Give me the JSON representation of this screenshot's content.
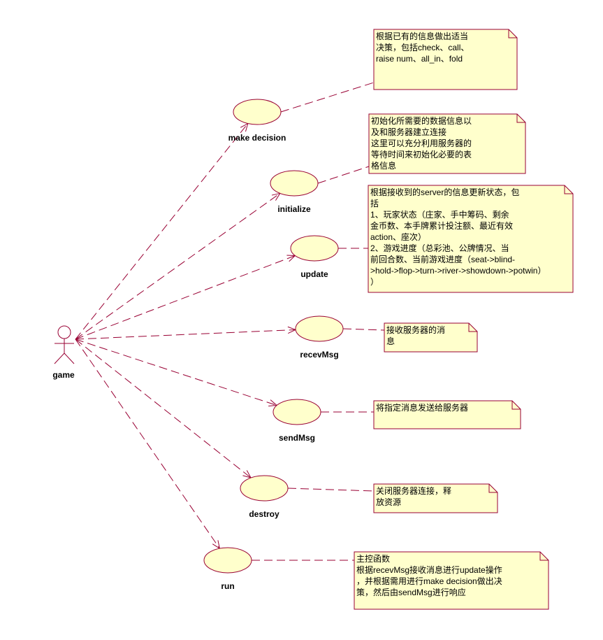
{
  "actor": {
    "name": "game"
  },
  "use_cases": [
    {
      "id": "make-decision",
      "label": "make decision"
    },
    {
      "id": "initialize",
      "label": "initialize"
    },
    {
      "id": "update",
      "label": "update"
    },
    {
      "id": "recevmsg",
      "label": "recevMsg"
    },
    {
      "id": "sendmsg",
      "label": "sendMsg"
    },
    {
      "id": "destroy",
      "label": "destroy"
    },
    {
      "id": "run",
      "label": "run"
    }
  ],
  "notes": [
    {
      "lines": [
        "根据已有的信息做出适当",
        "决策，包括check、call、",
        "raise num、all_in、fold"
      ]
    },
    {
      "lines": [
        "初始化所需要的数据信息以",
        "及和服务器建立连接",
        "这里可以充分利用服务器的",
        "等待时间来初始化必要的表",
        "格信息"
      ]
    },
    {
      "lines": [
        "根据接收到的server的信息更新状态，包",
        "括",
        "1、玩家状态（庄家、手中筹码、剩余",
        "金币数、本手牌累计投注额、最近有效",
        "action、座次）",
        "2、游戏进度（总彩池、公牌情况、当",
        "前回合数、当前游戏进度（seat->blind-",
        ">hold->flop->turn->river->showdown->potwin）",
        "）"
      ]
    },
    {
      "lines": [
        "接收服务器的消",
        "息"
      ]
    },
    {
      "lines": [
        "将指定消息发送给服务器"
      ]
    },
    {
      "lines": [
        "关闭服务器连接，释",
        "放资源"
      ]
    },
    {
      "lines": [
        "主控函数",
        "根据recevMsg接收消息进行update操作",
        "，并根据需用进行make decision做出决",
        "策，然后由sendMsg进行响应"
      ]
    }
  ],
  "colors": {
    "line": "#990033",
    "fill": "#ffffcc"
  }
}
